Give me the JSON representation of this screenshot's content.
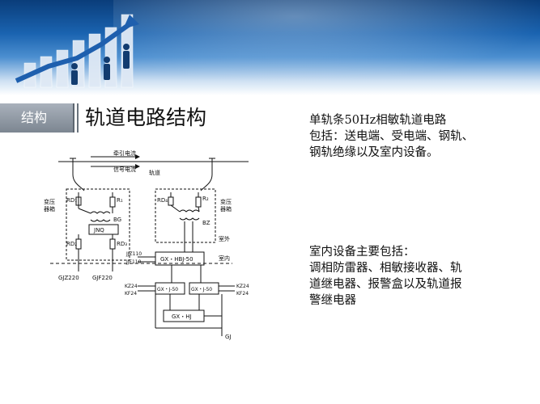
{
  "header": {
    "section_tag": "结构",
    "title": "轨道电路结构"
  },
  "description": {
    "block1": [
      "单轨条50Hz相敏轨道电路",
      "包括：送电端、受电端、钢轨、",
      "钢轨绝缘以及室内设备。"
    ],
    "block2": [
      "室内设备主要包括：",
      "调相防雷器、相敏接收器、轨",
      "道继电器、报警盒以及轨道报",
      "警继电器"
    ]
  },
  "diagram": {
    "labels": {
      "traction_current": "牵引电流",
      "signal_current": "信号电流",
      "track": "轨道",
      "transformer_box_left": [
        "变压",
        "器箱"
      ],
      "transformer_box_right": [
        "变压",
        "器箱"
      ],
      "rd1": "RD₁",
      "r1": "R₁",
      "rd4": "RD₄",
      "r2": "R₂",
      "bg": "BG",
      "bz": "BZ",
      "jnq": "JNQ",
      "rd2": "RD₂",
      "rd3": "RD₃",
      "outdoor": "室外",
      "indoor": "室内",
      "gjz220": "GJZ220",
      "gjf220": "GJF220",
      "jjz110": "JJZ110",
      "jjf110": "JJF110",
      "hbj": "GX・HBJ-50",
      "kz24_left": "KZ24",
      "kf24_left": "KF24",
      "kz24_right": "KZ24",
      "kf24_right": "KF24",
      "gxj_left": "GX・J-50",
      "gxj_right": "GX・J-50",
      "gxhj": "GX・HJ",
      "gj": "GJ"
    }
  }
}
